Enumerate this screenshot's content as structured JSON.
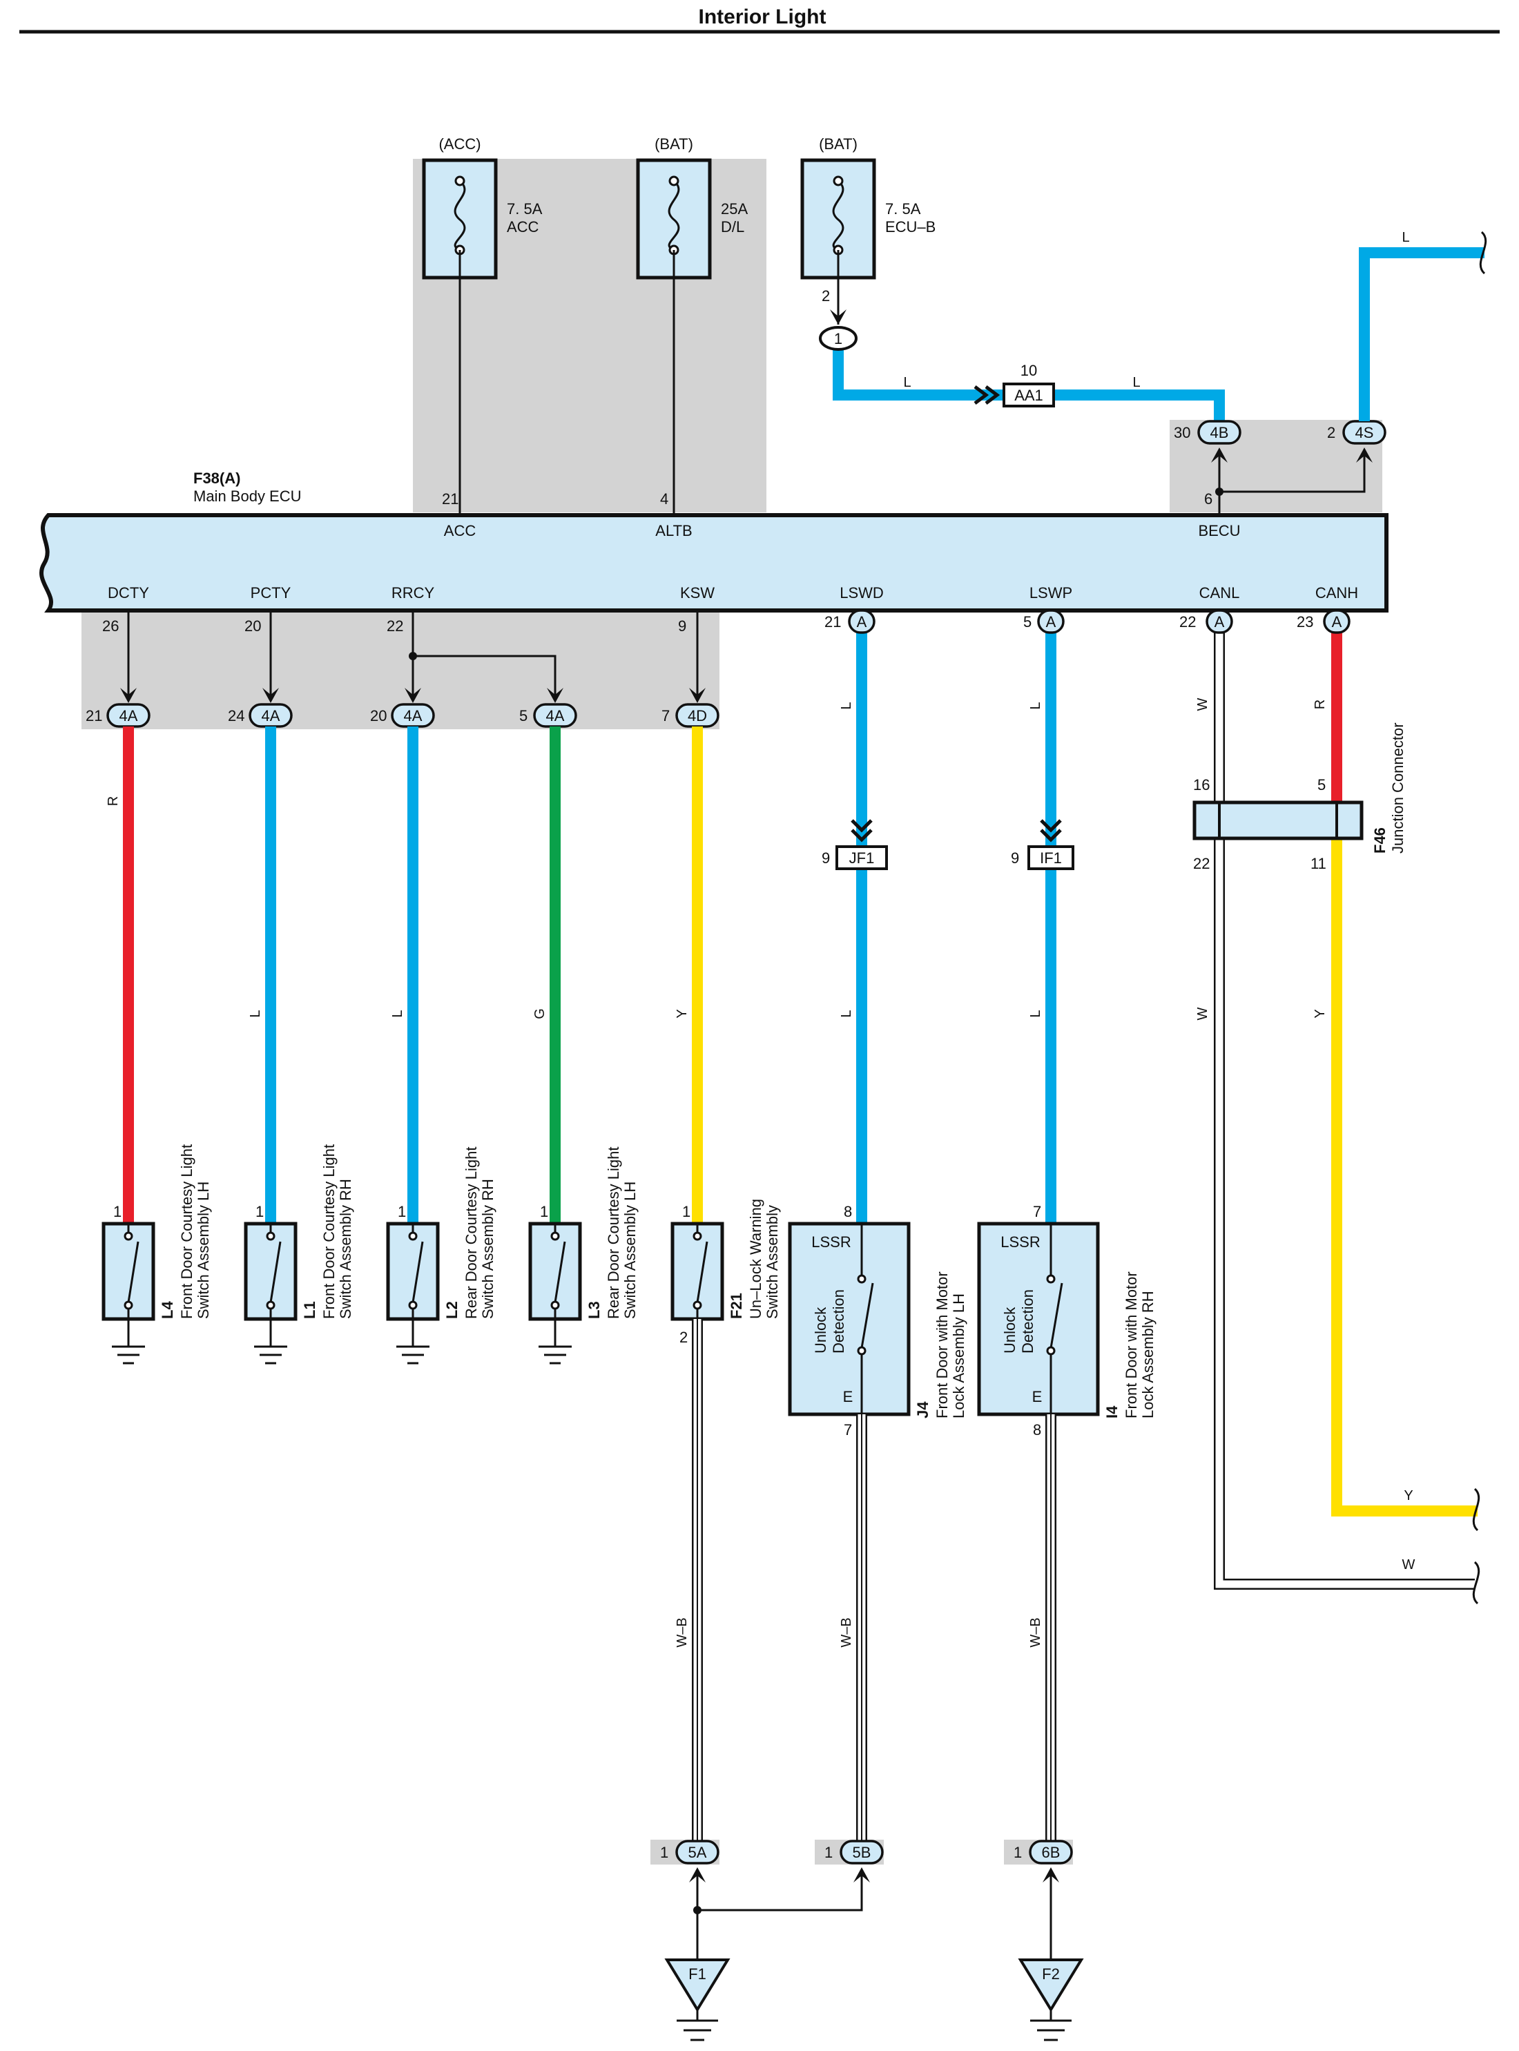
{
  "title": "Interior Light",
  "colors": {
    "L": "#00a9e6",
    "R": "#e8202a",
    "G": "#0aa14a",
    "Y": "#ffe000",
    "W": "#ffffff",
    "W-B": "#ffffff",
    "component_fill": "#cfe9f7",
    "shade": "#d3d3d3"
  },
  "fuses": [
    {
      "source": "(ACC)",
      "rating": "7. 5A",
      "name": "ACC"
    },
    {
      "source": "(BAT)",
      "rating": "25A",
      "name": "D/L"
    },
    {
      "source": "(BAT)",
      "rating": "7. 5A",
      "name": "ECU–B"
    }
  ],
  "ecu": {
    "code": "F38(A)",
    "name": "Main Body ECU",
    "top_terminals": [
      {
        "name": "ACC",
        "pin": "21"
      },
      {
        "name": "ALTB",
        "pin": "4"
      },
      {
        "name": "BECU",
        "pin": "6"
      }
    ],
    "bottom_terminals": [
      {
        "name": "DCTY",
        "pin": "26"
      },
      {
        "name": "PCTY",
        "pin": "20"
      },
      {
        "name": "RRCY",
        "pin": "22"
      },
      {
        "name": "KSW",
        "pin": "9"
      },
      {
        "name": "LSWD",
        "pin": "21",
        "connector": "A"
      },
      {
        "name": "LSWP",
        "pin": "5",
        "connector": "A"
      },
      {
        "name": "CANL",
        "pin": "22",
        "connector": "A"
      },
      {
        "name": "CANH",
        "pin": "23",
        "connector": "A"
      }
    ]
  },
  "fuse_ecub_pin": "2",
  "junction_1": "1",
  "aa1": {
    "pin": "10",
    "name": "AA1"
  },
  "j4b": {
    "pin": "30",
    "name": "4B"
  },
  "j4s": {
    "pin": "2",
    "name": "4S"
  },
  "connectors_4a": [
    {
      "pin": "21",
      "name": "4A"
    },
    {
      "pin": "24",
      "name": "4A"
    },
    {
      "pin": "20",
      "name": "4A"
    },
    {
      "pin": "5",
      "name": "4A"
    },
    {
      "pin": "7",
      "name": "4D"
    }
  ],
  "jf1": {
    "pin": "9",
    "name": "JF1"
  },
  "if1": {
    "pin": "9",
    "name": "IF1"
  },
  "f46": {
    "code": "F46",
    "name": "Junction Connector",
    "pins": [
      "16",
      "5",
      "22",
      "11"
    ]
  },
  "wire_labels": [
    "L",
    "L",
    "L",
    "R",
    "L",
    "L",
    "G",
    "Y",
    "L",
    "L",
    "L",
    "L",
    "W",
    "R",
    "W",
    "Y",
    "Y",
    "W",
    "W–B",
    "W–B",
    "W–B"
  ],
  "switches": [
    {
      "code": "L4",
      "line1": "Front Door Courtesy Light",
      "line2": "Switch Assembly LH",
      "top_pin": "1"
    },
    {
      "code": "L1",
      "line1": "Front Door Courtesy Light",
      "line2": "Switch Assembly RH",
      "top_pin": "1"
    },
    {
      "code": "L2",
      "line1": "Rear Door Courtesy Light",
      "line2": "Switch Assembly RH",
      "top_pin": "1"
    },
    {
      "code": "L3",
      "line1": "Rear Door Courtesy Light",
      "line2": "Switch Assembly LH",
      "top_pin": "1"
    },
    {
      "code": "F21",
      "line1": "Un–Lock Warning",
      "line2": "Switch Assembly",
      "top_pin": "1",
      "bottom_pin": "2"
    }
  ],
  "door_locks": [
    {
      "code": "J4",
      "line1": "Front Door with Motor",
      "line2": "Lock Assembly LH",
      "top_pin": "8",
      "bottom_pin": "7",
      "terminal_top": "LSSR",
      "terminal_bottom": "E",
      "inner1": "Unlock",
      "inner2": "Detection"
    },
    {
      "code": "I4",
      "line1": "Front Door with Motor",
      "line2": "Lock Assembly RH",
      "top_pin": "7",
      "bottom_pin": "8",
      "terminal_top": "LSSR",
      "terminal_bottom": "E",
      "inner1": "Unlock",
      "inner2": "Detection"
    }
  ],
  "ground_connectors": [
    {
      "pin": "1",
      "name": "5A"
    },
    {
      "pin": "1",
      "name": "5B"
    },
    {
      "pin": "1",
      "name": "6B"
    }
  ],
  "grounds": [
    "F1",
    "F2"
  ]
}
